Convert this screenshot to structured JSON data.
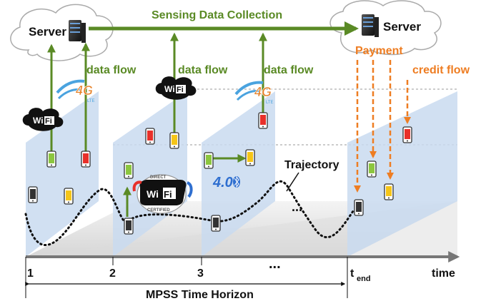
{
  "title": "Sensing Data Collection",
  "server_left": "Server",
  "server_right": "Server",
  "payment": "Payment",
  "credit_flow": "credit flow",
  "data_flow": [
    "data flow",
    "data flow",
    "data flow"
  ],
  "trajectory": "Trajectory",
  "timeline": {
    "ticks": [
      "1",
      "2",
      "3"
    ],
    "ellipsis": "...",
    "t_end_main": "t",
    "t_end_sub": "end",
    "axis_label": "time",
    "horizon": "MPSS Time Horizon"
  },
  "icons": {
    "wifi": "Wi",
    "wifi_fi": "Fi",
    "g4": "4G",
    "g4_sub": "LTE",
    "bt": "4.0",
    "wifi_direct_top": "DIRECT",
    "wifi_direct_bottom": "CERTIFIED"
  },
  "colors": {
    "green": "#5a8a25",
    "orange": "#ee7d22",
    "plane": "#c9daf0",
    "phone_green": "#8cc63f",
    "phone_red": "#e8302a",
    "phone_yellow": "#f5c518",
    "phone_black": "#333333"
  }
}
